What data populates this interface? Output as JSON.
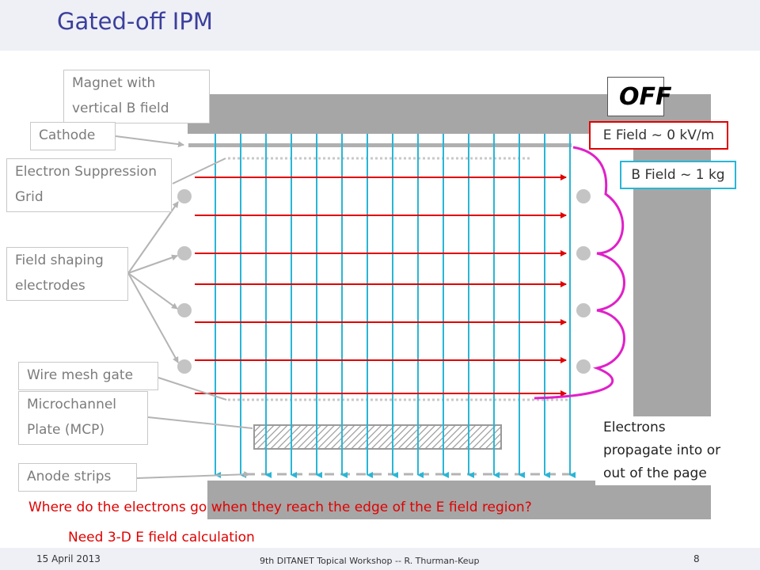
{
  "title": "Gated-off IPM",
  "labels": {
    "magnet": "Magnet with vertical B field",
    "cathode": "Cathode",
    "suppression_grid": "Electron Suppression Grid",
    "field_shaping": "Field shaping electrodes",
    "wire_mesh": "Wire mesh gate",
    "mcp": "Microchannel Plate (MCP)",
    "anode": "Anode strips"
  },
  "state": "OFF",
  "e_field": "E Field ~ 0 kV/m",
  "b_field": "B Field ~ 1 kg",
  "electrons_note": "Electrons propagate into or out of the page",
  "question": "Where do the electrons go when they reach the edge of the E field region?",
  "need_note": "Need 3-D E field calculation",
  "footer": {
    "date": "15 April 2013",
    "event": "9th DITANET Topical Workshop -- R. Thurman-Keup",
    "page": "8"
  },
  "colors": {
    "title": "#3b3f9b",
    "magnet": "#a6a6a6",
    "b_field_lines": "#29b6d6",
    "e_field_arrows": "#e00000",
    "electron_path": "#e020c8",
    "electrodes": "#c4c4c4"
  }
}
